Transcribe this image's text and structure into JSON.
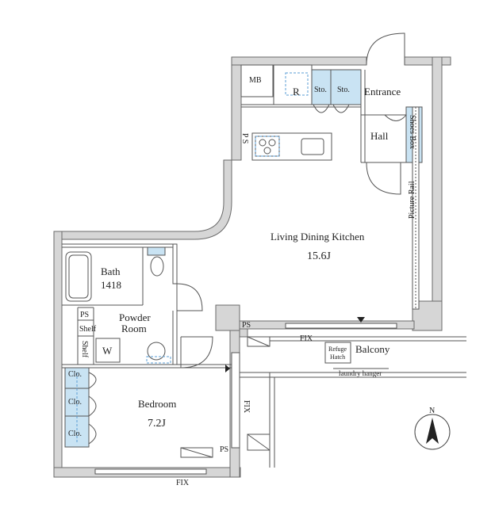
{
  "labels": {
    "mb": "MB",
    "r": "R",
    "sto1": "Sto.",
    "sto2": "Sto.",
    "entrance": "Entrance",
    "ps_top": "P S",
    "hall": "Hall",
    "shoes_box": "Shoes Box",
    "ldk": "Living Dining Kitchen",
    "ldk_size": "15.6J",
    "picture_rail": "Picture Rail",
    "bath": "Bath",
    "bath_size": "1418",
    "ps_left": "PS",
    "shelf1": "Shelf",
    "powder": "Powder",
    "room": "Room",
    "shelf2": "Shelf",
    "w": "W",
    "ps_mid": "PS",
    "fix_top": "FIX",
    "refuge1": "Refuge",
    "refuge2": "Hatch",
    "balcony": "Balcony",
    "laundry": "laundry hanger",
    "clo1": "Clo.",
    "clo2": "Clo.",
    "clo3": "Clo.",
    "bedroom": "Bedroom",
    "bedroom_size": "7.2J",
    "fix_side": "FIX",
    "ps_bottom": "PS",
    "fix_bottom": "FIX",
    "north": "N"
  }
}
